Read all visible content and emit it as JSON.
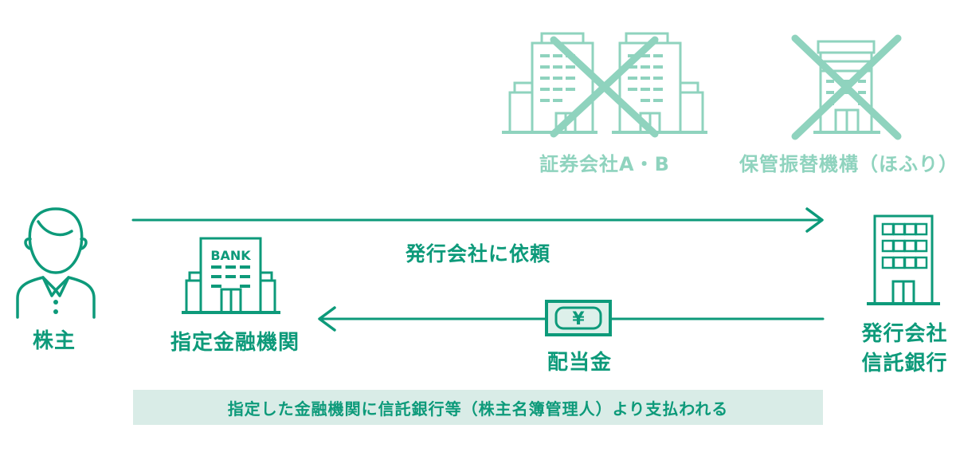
{
  "colors": {
    "primary": "#0d9a7a",
    "muted": "#8fd3be",
    "note_background": "#d9ece7",
    "money_fill": "#ddf0ea"
  },
  "excluded": {
    "securities": {
      "label": "証券会社A・B"
    },
    "depository": {
      "label": "保管振替機構（ほふり）"
    }
  },
  "actors": {
    "shareholder": {
      "label": "株主"
    },
    "designated_bank": {
      "label": "指定金融機関",
      "sign": "BANK"
    },
    "issuer": {
      "label_line1": "発行会社",
      "label_line2": "信託銀行"
    }
  },
  "flows": {
    "request": {
      "label": "発行会社に依頼"
    },
    "dividend": {
      "label": "配当金",
      "currency_symbol": "¥"
    }
  },
  "note": {
    "text": "指定した金融機関に信託銀行等（株主名簿管理人）より支払われる"
  }
}
